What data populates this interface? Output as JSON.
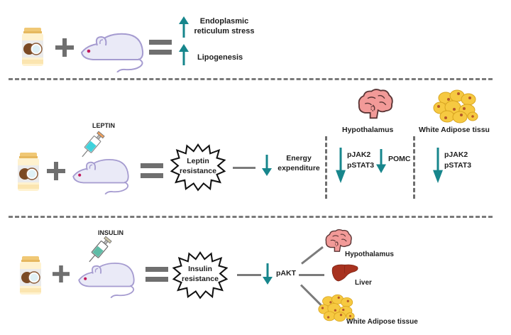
{
  "colors": {
    "teal_arrow": "#17868c",
    "operator_gray": "#6f6f6f",
    "separator_gray": "#7a7a7a",
    "brain_pink": "#f29a98",
    "adipose_yellow": "#f6c941",
    "liver_red": "#a8321f",
    "mouse_fill": "#eaeaf7",
    "mouse_outline": "#a59bd0"
  },
  "row1": {
    "operators": {
      "plus": "+",
      "equals": "="
    },
    "effects": [
      {
        "direction": "up",
        "label": "Endoplasmic\nreticulum stress",
        "line1": "Endoplasmic",
        "line2": "reticulum stress"
      },
      {
        "direction": "up",
        "label": "Lipogenesis"
      }
    ]
  },
  "row2": {
    "injection_label": "LEPTIN",
    "operators": {
      "plus": "+",
      "equals": "="
    },
    "burst": {
      "line1": "Leptin",
      "line2": "resistance"
    },
    "energy": {
      "direction": "down",
      "line1": "Energy",
      "line2": "expenditure"
    },
    "hypothalamus": {
      "label": "Hypothalamus",
      "markers": [
        {
          "direction": "down",
          "line1": "pJAK2",
          "line2": "pSTAT3"
        },
        {
          "direction": "down",
          "label": "POMC"
        }
      ]
    },
    "adipose": {
      "label": "White Adipose tissu",
      "markers": [
        {
          "direction": "down",
          "line1": "pJAK2",
          "line2": "pSTAT3"
        }
      ]
    }
  },
  "row3": {
    "injection_label": "INSULIN",
    "operators": {
      "plus": "+",
      "equals": "="
    },
    "burst": {
      "line1": "Insulin",
      "line2": "resistance"
    },
    "marker": {
      "direction": "down",
      "label": "pAKT"
    },
    "targets": [
      {
        "label": "Hypothalamus",
        "icon": "brain"
      },
      {
        "label": "Liver",
        "icon": "liver"
      },
      {
        "label": "White Adipose tissue",
        "icon": "adipose"
      }
    ]
  }
}
